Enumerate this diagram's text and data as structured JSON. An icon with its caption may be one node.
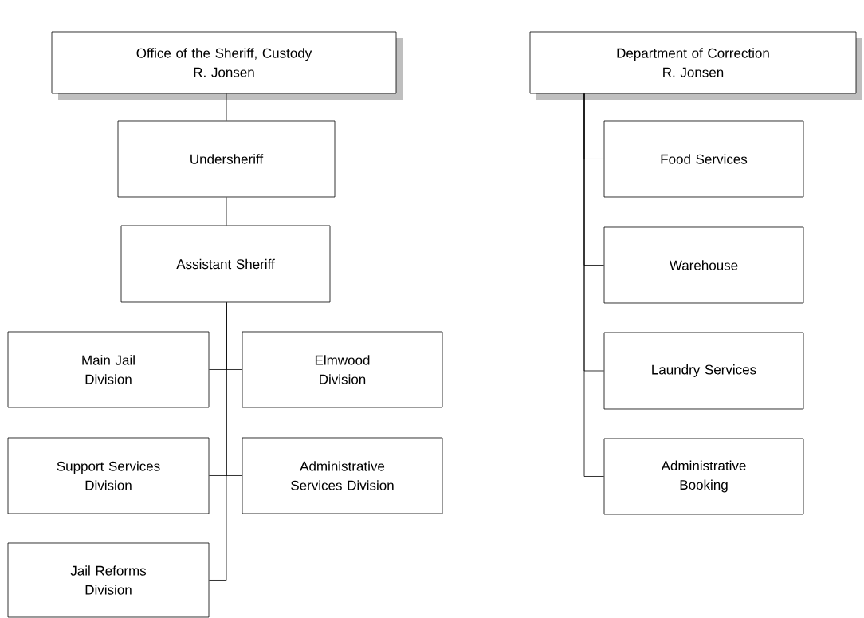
{
  "diagram": {
    "nodes": [
      {
        "text": [
          "Office of the Sheriff, Custody",
          "R. Jonsen"
        ]
      },
      {
        "text": [
          "Undersheriff"
        ]
      },
      {
        "text": [
          "Assistant Sheriff"
        ]
      },
      {
        "text": [
          "Main Jail Division"
        ]
      },
      {
        "text": [
          "Elmwood Division"
        ]
      },
      {
        "text": [
          "Support Services Division"
        ]
      },
      {
        "text": [
          "Administrative Services Division"
        ]
      },
      {
        "text": [
          "Jail Reforms Division"
        ]
      },
      {
        "text": [
          "Department of Correction",
          "R. Jonsen"
        ]
      },
      {
        "text": [
          "Food Services"
        ]
      },
      {
        "text": [
          "Warehouse"
        ]
      },
      {
        "text": [
          "Laundry Services"
        ]
      },
      {
        "text": [
          "Administrative Booking"
        ]
      }
    ],
    "edges": [
      {
        "from": 0,
        "to": 1,
        "arrow": "none"
      },
      {
        "from": 1,
        "to": 2,
        "arrow": "none"
      },
      {
        "from": 2,
        "to": 3,
        "arrow": "none"
      },
      {
        "from": 2,
        "to": 4,
        "arrow": "none"
      },
      {
        "from": 2,
        "to": 5,
        "arrow": "none"
      },
      {
        "from": 2,
        "to": 6,
        "arrow": "none"
      },
      {
        "from": 2,
        "to": 7,
        "arrow": "none"
      },
      {
        "from": 8,
        "to": 9,
        "arrow": "none"
      },
      {
        "from": 8,
        "to": 10,
        "arrow": "none"
      },
      {
        "from": 8,
        "to": 11,
        "arrow": "none"
      },
      {
        "from": 8,
        "to": 12,
        "arrow": "none"
      }
    ]
  }
}
